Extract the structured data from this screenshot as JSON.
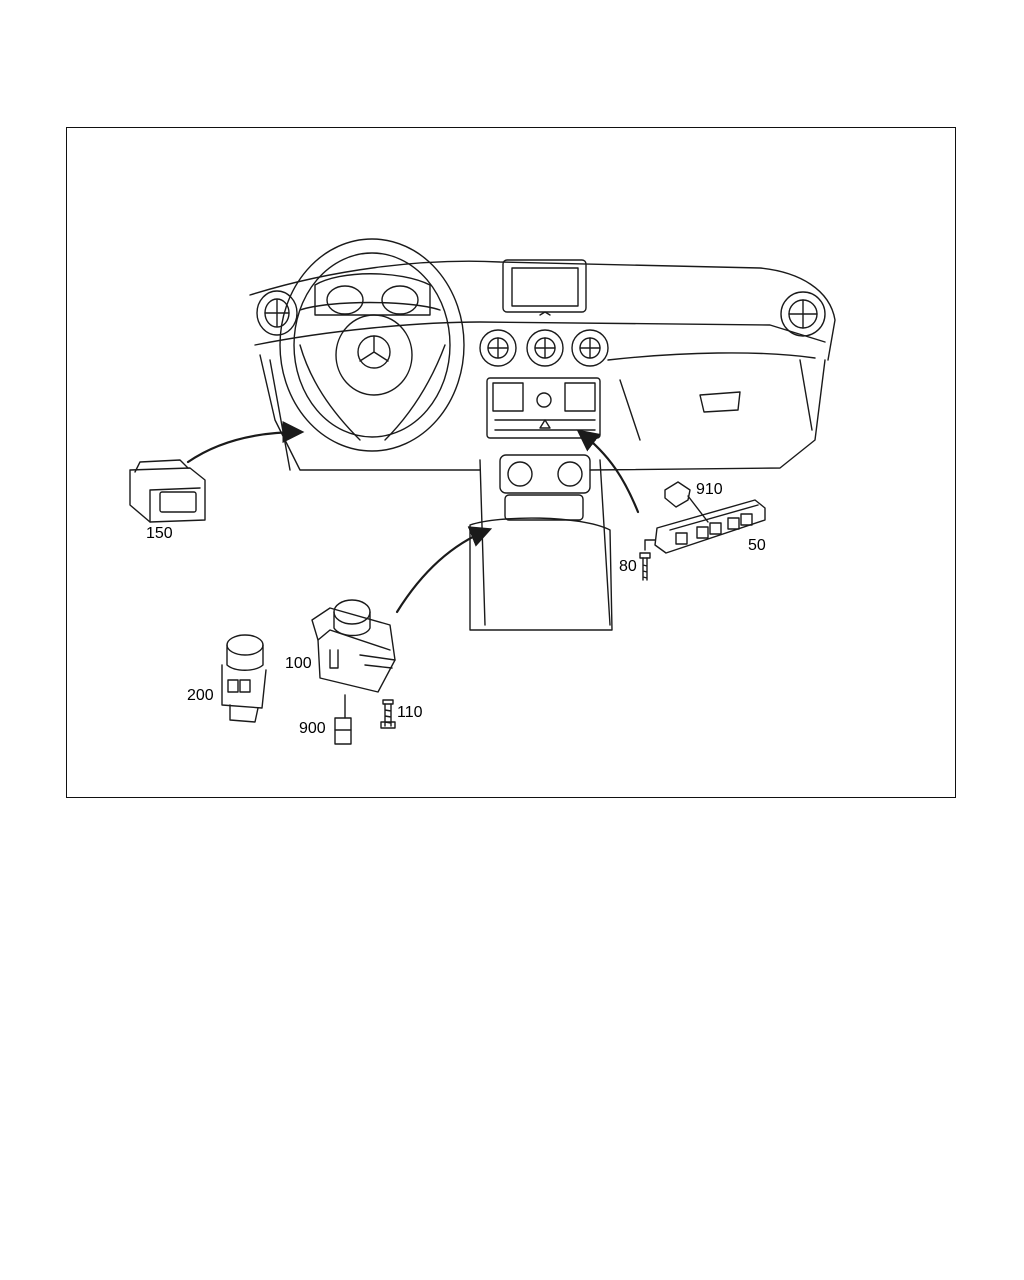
{
  "colors": {
    "line": "#1a1a1a",
    "background": "#ffffff"
  },
  "callouts": {
    "p150": "150",
    "p910": "910",
    "p50": "50",
    "p80": "80",
    "p100": "100",
    "p200": "200",
    "p110": "110",
    "p900": "900"
  }
}
